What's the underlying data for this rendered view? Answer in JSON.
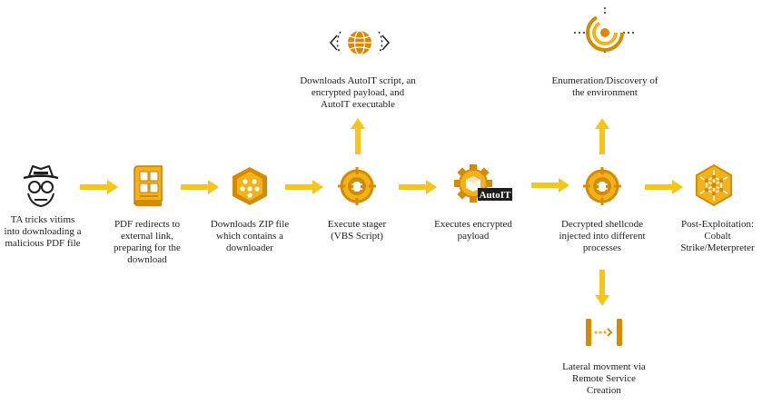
{
  "colors": {
    "accent": "#F5C518",
    "icon_dark": "#D68A00",
    "icon_light": "#F2B21A",
    "text": "#1E1E1E"
  },
  "steps": [
    {
      "id": "ta-tricks",
      "icon": "spy-icon",
      "label": "TA tricks vitims\ninto downloading a\nmalicious  PDF file"
    },
    {
      "id": "pdf-redirect",
      "icon": "document-icon",
      "label": "PDF redirects to\nexternal link,\npreparing for the\ndownload"
    },
    {
      "id": "zip-download",
      "icon": "zip-archive-icon",
      "label": "Downloads ZIP file\nwhich contains a\ndownloader"
    },
    {
      "id": "execute-stager",
      "icon": "target-bug-icon",
      "label": "Execute stager\n(VBS Script)"
    },
    {
      "id": "execute-payload",
      "icon": "gear-box-icon",
      "badge": "AutoIT",
      "label": "Executes encrypted\npayload"
    },
    {
      "id": "shellcode-inject",
      "icon": "target-bug-icon",
      "label": "Decrypted shellcode\ninjected into different\nprocesses"
    },
    {
      "id": "post-exploitation",
      "icon": "network-sphere-icon",
      "label": "Post-Exploitation:\nCobalt\nStrike/Meterpreter"
    },
    {
      "id": "autoit-download",
      "icon": "globe-icon",
      "label": "Downloads AutoIT script, an\nencrypted payload, and\nAutoIT executable"
    },
    {
      "id": "enumeration",
      "icon": "radar-icon",
      "label": "Enumeration/Discovery of\nthe environment"
    },
    {
      "id": "lateral-movement",
      "icon": "lateral-transfer-icon",
      "label": "Lateral movment via\nRemote Service\nCreation"
    }
  ]
}
